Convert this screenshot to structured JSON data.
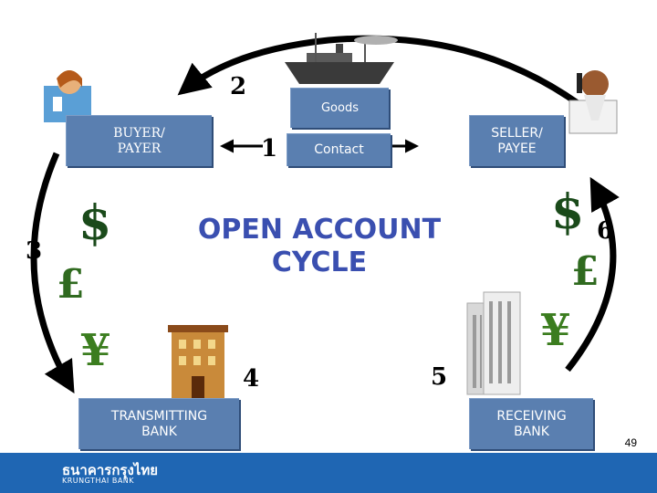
{
  "boxes": {
    "goods": "Goods",
    "contact": "Contact",
    "buyer": "BUYER/\nPAYER",
    "seller": "SELLER/\nPAYEE",
    "transmitting": "TRANSMITTING\nBANK",
    "receiving": "RECEIVING\nBANK"
  },
  "title": "OPEN ACCOUNT\nCYCLE",
  "steps": [
    "1",
    "2",
    "3",
    "4",
    "5",
    "6"
  ],
  "currency": {
    "dollar": "$",
    "pound": "£",
    "yen": "¥"
  },
  "bank": {
    "thai_name": "ธนาคารกรุงไทย",
    "english_name": "KRUNGTHAI BANK"
  },
  "page_number": "49",
  "colors": {
    "box": "#5a7fb0",
    "title": "#3a4fb0",
    "dollar": "#1a4a1a",
    "pound": "#2f6a1f",
    "yen": "#3b7d1f",
    "footer": "#1f66b3"
  }
}
